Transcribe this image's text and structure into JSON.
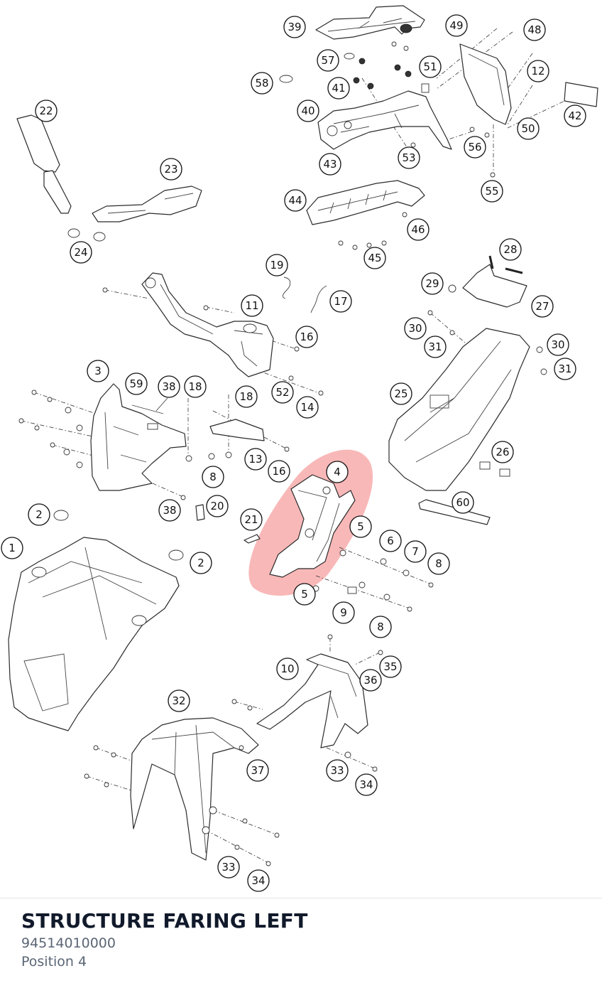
{
  "diagram": {
    "highlight_color": "#f26b6b",
    "callouts": [
      "1",
      "2",
      "2",
      "3",
      "4",
      "5",
      "5",
      "6",
      "7",
      "8",
      "8",
      "8",
      "9",
      "10",
      "11",
      "12",
      "13",
      "14",
      "16",
      "16",
      "17",
      "18",
      "18",
      "19",
      "20",
      "21",
      "22",
      "23",
      "24",
      "25",
      "26",
      "27",
      "28",
      "29",
      "30",
      "30",
      "31",
      "31",
      "32",
      "33",
      "33",
      "34",
      "34",
      "35",
      "36",
      "37",
      "38",
      "38",
      "39",
      "40",
      "41",
      "42",
      "43",
      "44",
      "45",
      "46",
      "48",
      "49",
      "50",
      "51",
      "52",
      "53",
      "55",
      "56",
      "57",
      "58",
      "59",
      "60"
    ]
  },
  "part": {
    "title": "STRUCTURE FARING LEFT",
    "number": "94514010000",
    "position": "Position 4"
  }
}
